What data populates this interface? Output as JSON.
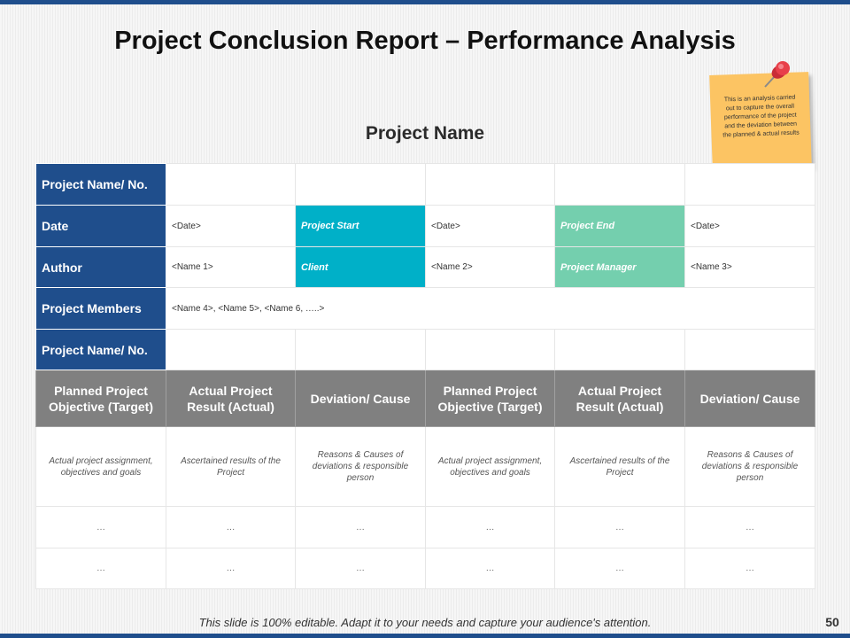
{
  "title": "Project Conclusion Report – Performance Analysis",
  "subtitle": "Project Name",
  "note": {
    "text": "This is an analysis carried out to capture the overall performance of the project and the deviation between the planned & actual results"
  },
  "table": {
    "row1": {
      "label": "Project Name/ No."
    },
    "row2": {
      "label": "Date",
      "date1": "<Date>",
      "start_label": "Project Start",
      "date2": "<Date>",
      "end_label": "Project End",
      "date3": "<Date>"
    },
    "row3": {
      "label": "Author",
      "name1": "<Name 1>",
      "client_label": "Client",
      "name2": "<Name 2>",
      "manager_label": "Project Manager",
      "name3": "<Name 3>"
    },
    "row4": {
      "label": "Project Members",
      "value": "<Name 4>, <Name 5>, <Name 6, …..>"
    },
    "row5": {
      "label": "Project Name/ No."
    },
    "headers": [
      "Planned Project Objective (Target)",
      "Actual Project Result (Actual)",
      "Deviation/ Cause",
      "Planned Project Objective (Target)",
      "Actual Project Result (Actual)",
      "Deviation/ Cause"
    ],
    "descriptions": [
      "Actual project assignment, objectives and goals",
      "Ascertained results of the Project",
      "Reasons & Causes of deviations & responsible person",
      "Actual project assignment, objectives and goals",
      "Ascertained results of the Project",
      "Reasons & Causes of deviations & responsible person"
    ],
    "ellipsis": "…"
  },
  "footer": "This slide is 100% editable. Adapt it to your needs and capture your audience's  attention.",
  "page_number": "50",
  "colors": {
    "navy": "#1f4e8c",
    "teal": "#00b0c8",
    "green": "#74cfae",
    "gray_header": "#808080",
    "sticky_note": "#fcc463",
    "pin": "#e8404a"
  }
}
